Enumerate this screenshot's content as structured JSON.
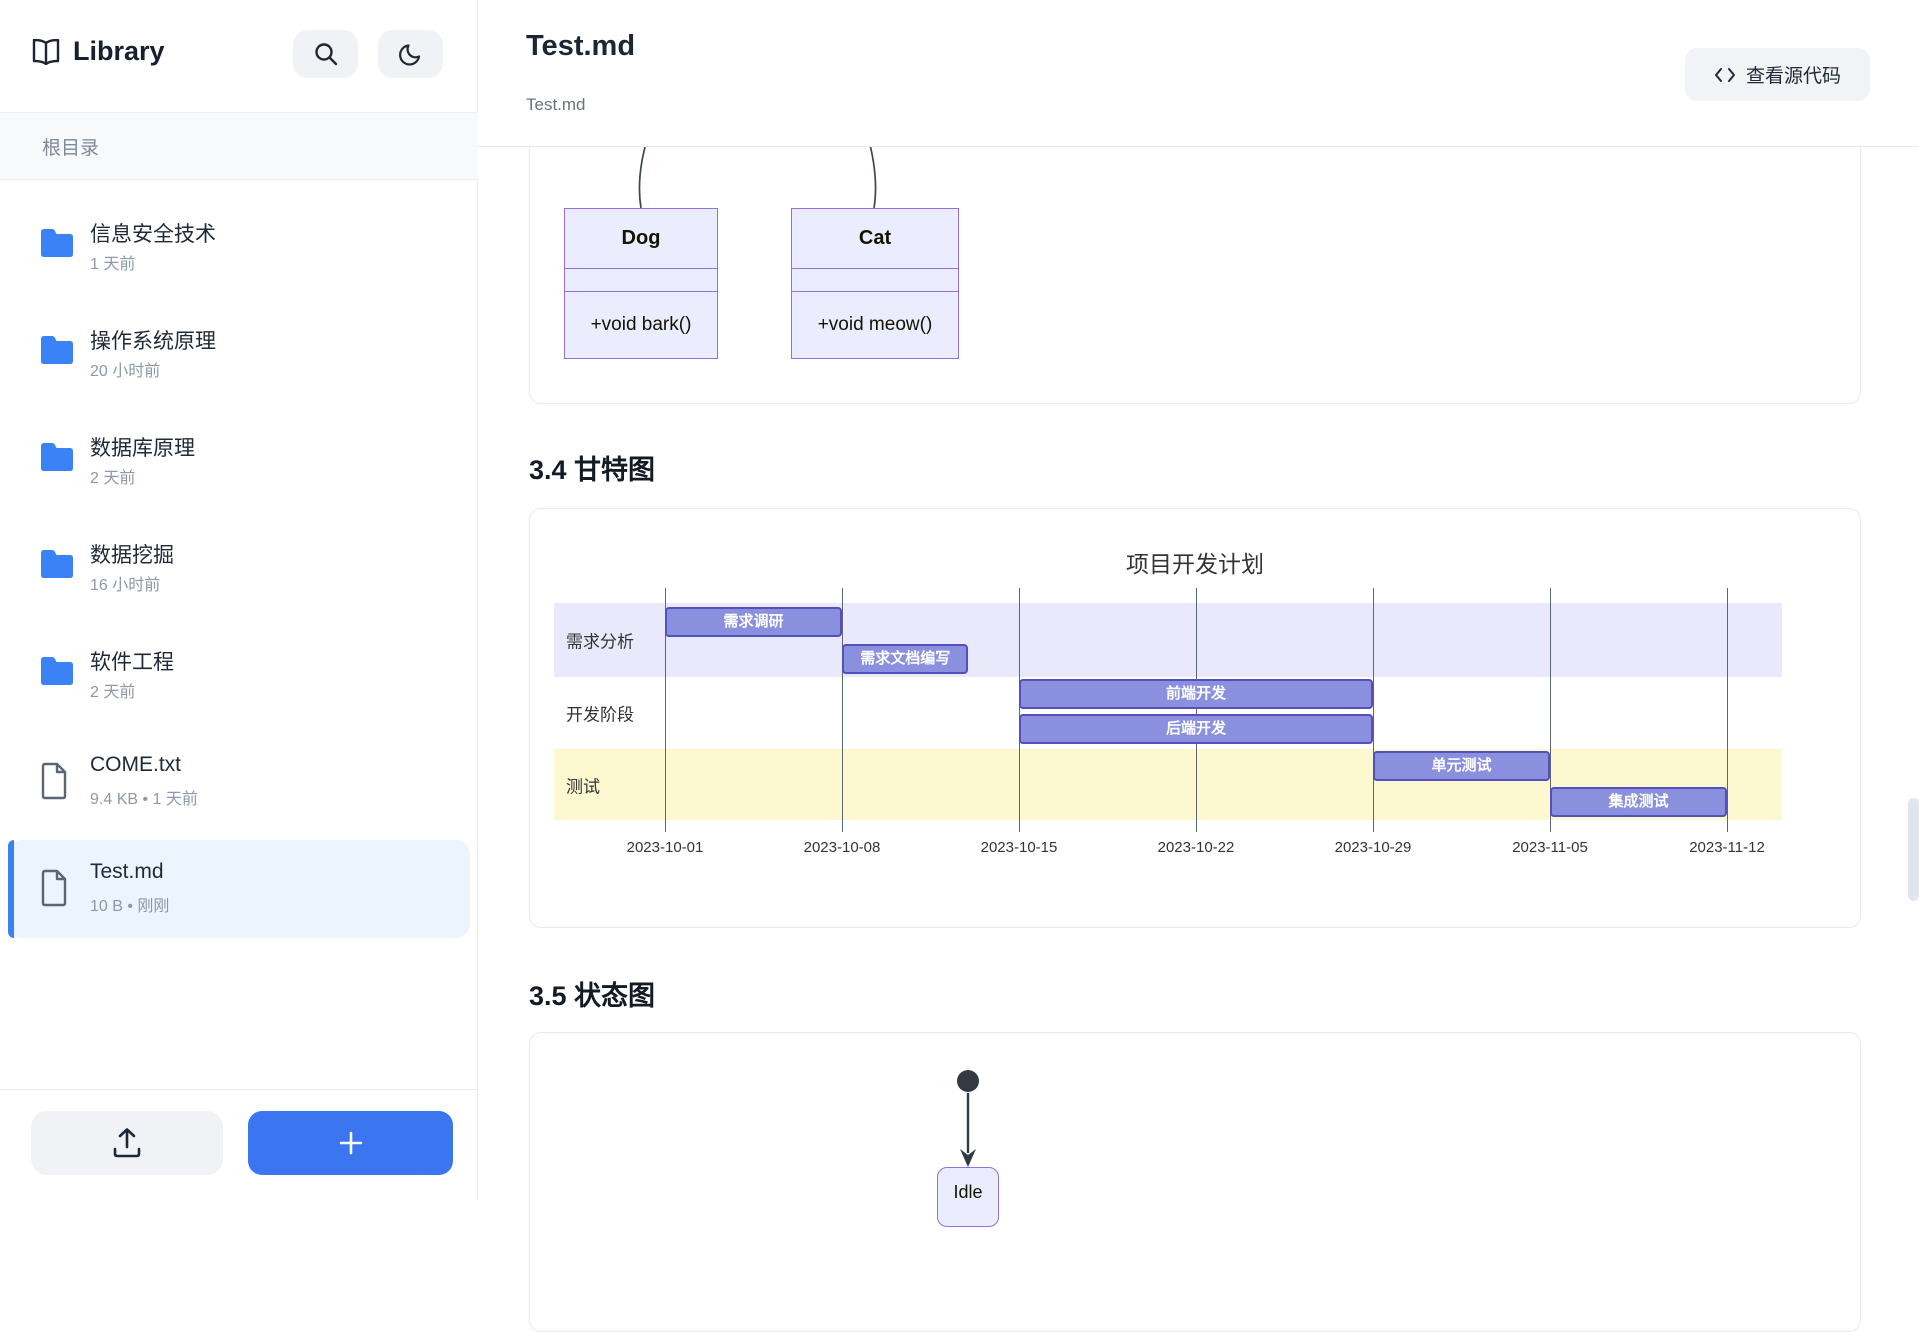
{
  "sidebar": {
    "app_title": "Library",
    "section_header": "根目录",
    "items": [
      {
        "type": "folder",
        "name": "信息安全技术",
        "meta": "1 天前",
        "selected": false
      },
      {
        "type": "folder",
        "name": "操作系统原理",
        "meta": "20 小时前",
        "selected": false
      },
      {
        "type": "folder",
        "name": "数据库原理",
        "meta": "2 天前",
        "selected": false
      },
      {
        "type": "folder",
        "name": "数据挖掘",
        "meta": "16 小时前",
        "selected": false
      },
      {
        "type": "folder",
        "name": "软件工程",
        "meta": "2 天前",
        "selected": false
      },
      {
        "type": "file",
        "name": "COME.txt",
        "meta": "9.4 KB • 1 天前",
        "selected": false
      },
      {
        "type": "file",
        "name": "Test.md",
        "meta": "10 B • 刚刚",
        "selected": true
      }
    ],
    "icons": {
      "app": "book-icon",
      "search": "search-icon",
      "theme": "moon-icon",
      "upload": "upload-icon",
      "add": "plus-icon"
    }
  },
  "header": {
    "title": "Test.md",
    "breadcrumb": "Test.md",
    "view_source_label": "查看源代码",
    "view_source_icon": "code-icon"
  },
  "document": {
    "heading_gantt": "3.4 甘特图",
    "heading_state": "3.5 状态图",
    "class_diagram": {
      "classes": [
        {
          "name": "Dog",
          "method": "+void bark()"
        },
        {
          "name": "Cat",
          "method": "+void meow()"
        }
      ],
      "box_fill": "#ECECFF",
      "box_border": "#9370DB"
    },
    "state_diagram": {
      "initial_label": "Idle"
    }
  },
  "chart_data": {
    "type": "gantt",
    "title": "项目开发计划",
    "x_ticks": [
      "2023-10-01",
      "2023-10-08",
      "2023-10-15",
      "2023-10-22",
      "2023-10-29",
      "2023-11-05",
      "2023-11-12"
    ],
    "x_range": [
      "2023-10-01",
      "2023-11-12"
    ],
    "sections": [
      {
        "name": "需求分析",
        "tasks": [
          {
            "label": "需求调研",
            "start": "2023-10-01",
            "end": "2023-10-08"
          },
          {
            "label": "需求文档编写",
            "start": "2023-10-08",
            "end": "2023-10-13"
          }
        ]
      },
      {
        "name": "开发阶段",
        "tasks": [
          {
            "label": "前端开发",
            "start": "2023-10-15",
            "end": "2023-10-29"
          },
          {
            "label": "后端开发",
            "start": "2023-10-15",
            "end": "2023-10-29"
          }
        ]
      },
      {
        "name": "测试",
        "tasks": [
          {
            "label": "单元测试",
            "start": "2023-10-29",
            "end": "2023-11-05"
          },
          {
            "label": "集成测试",
            "start": "2023-11-05",
            "end": "2023-11-12"
          }
        ]
      }
    ],
    "colors": {
      "bar_fill": "#8a90dd",
      "bar_stroke": "#534fbc",
      "section_backgrounds": [
        "#e9e9fb",
        "#ffffff",
        "#fcf8cf"
      ],
      "grid_line": "#5c6670",
      "accent": "#3b76f0"
    },
    "legend": "none",
    "grid": true
  }
}
